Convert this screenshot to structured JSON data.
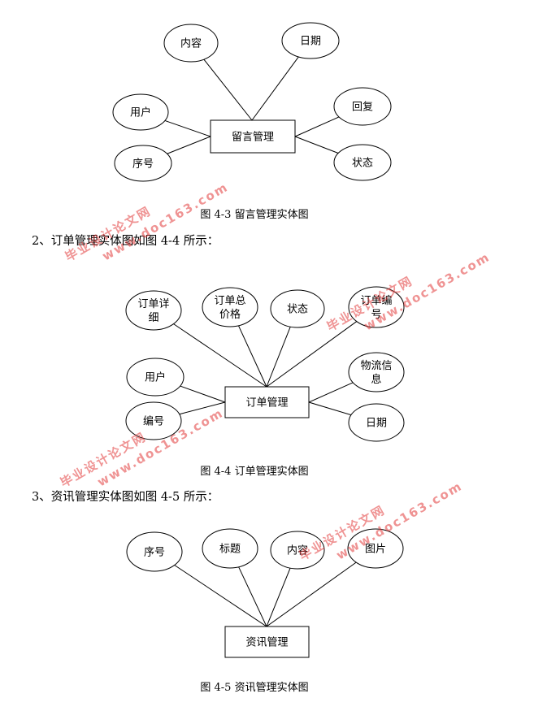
{
  "colors": {
    "stroke": "#000000",
    "text": "#000000",
    "watermark": "#e23b3b"
  },
  "figures": [
    {
      "caption": "图 4-3 留言管理实体图",
      "entity": "留言管理",
      "attributes": [
        "内容",
        "日期",
        "用户",
        "回复",
        "序号",
        "状态"
      ]
    },
    {
      "intro": "2、订单管理实体图如图 4-4 所示：",
      "caption": "图 4-4 订单管理实体图",
      "entity": "订单管理",
      "attributes": [
        "订单详\n细",
        "订单总\n价格",
        "状态",
        "订单编\n号",
        "用户",
        "物流信\n息",
        "编号",
        "日期"
      ]
    },
    {
      "intro": "3、资讯管理实体图如图 4-5 所示：",
      "caption": "图 4-5 资讯管理实体图",
      "entity": "资讯管理",
      "attributes": [
        "序号",
        "标题",
        "内容",
        "图片"
      ]
    }
  ],
  "watermark": {
    "line1": "毕业设计论文网",
    "line2": "www.doc163.com"
  }
}
